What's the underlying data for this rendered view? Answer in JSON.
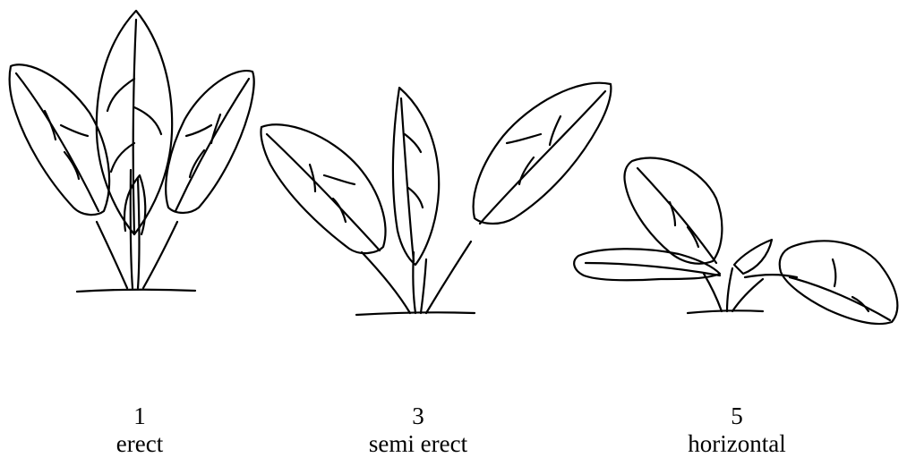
{
  "plants": [
    {
      "score": "1",
      "label": "erect"
    },
    {
      "score": "3",
      "label": "semi erect"
    },
    {
      "score": "5",
      "label": "horizontal"
    }
  ],
  "colors": {
    "ink": "#000000",
    "paper": "#ffffff"
  }
}
